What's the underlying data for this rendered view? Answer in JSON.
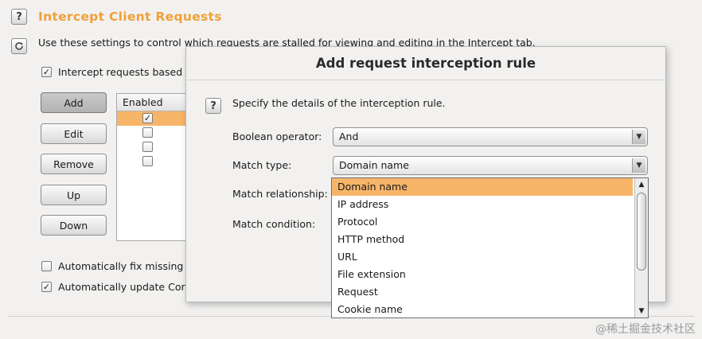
{
  "section": {
    "title": "Intercept Client Requests",
    "description": "Use these settings to control which requests are stalled for viewing and editing in the Intercept tab.",
    "intercept_checkbox_label": "Intercept requests based"
  },
  "buttons": {
    "add": "Add",
    "edit": "Edit",
    "remove": "Remove",
    "up": "Up",
    "down": "Down"
  },
  "table": {
    "headers": [
      "Enabled"
    ],
    "rows": [
      {
        "enabled": true,
        "selected": true
      },
      {
        "enabled": false,
        "selected": false
      },
      {
        "enabled": false,
        "selected": false
      },
      {
        "enabled": false,
        "selected": false
      }
    ]
  },
  "options": {
    "auto_fix_label": "Automatically fix missing",
    "auto_update_label": "Automatically update Cor"
  },
  "dialog": {
    "title": "Add request interception rule",
    "instructions": "Specify the details of the interception rule.",
    "boolean_operator_label": "Boolean operator:",
    "boolean_operator_value": "And",
    "match_type_label": "Match type:",
    "match_type_value": "Domain name",
    "match_relationship_label": "Match relationship:",
    "match_condition_label": "Match condition:",
    "match_type_options": [
      "Domain name",
      "IP address",
      "Protocol",
      "HTTP method",
      "URL",
      "File extension",
      "Request",
      "Cookie name"
    ]
  },
  "watermark": "@稀土掘金技术社区",
  "colors": {
    "accent": "#f0a036",
    "selection": "#f7b56a"
  },
  "icons": {
    "help": "help-icon",
    "refresh": "refresh-icon",
    "check": "checkmark"
  }
}
